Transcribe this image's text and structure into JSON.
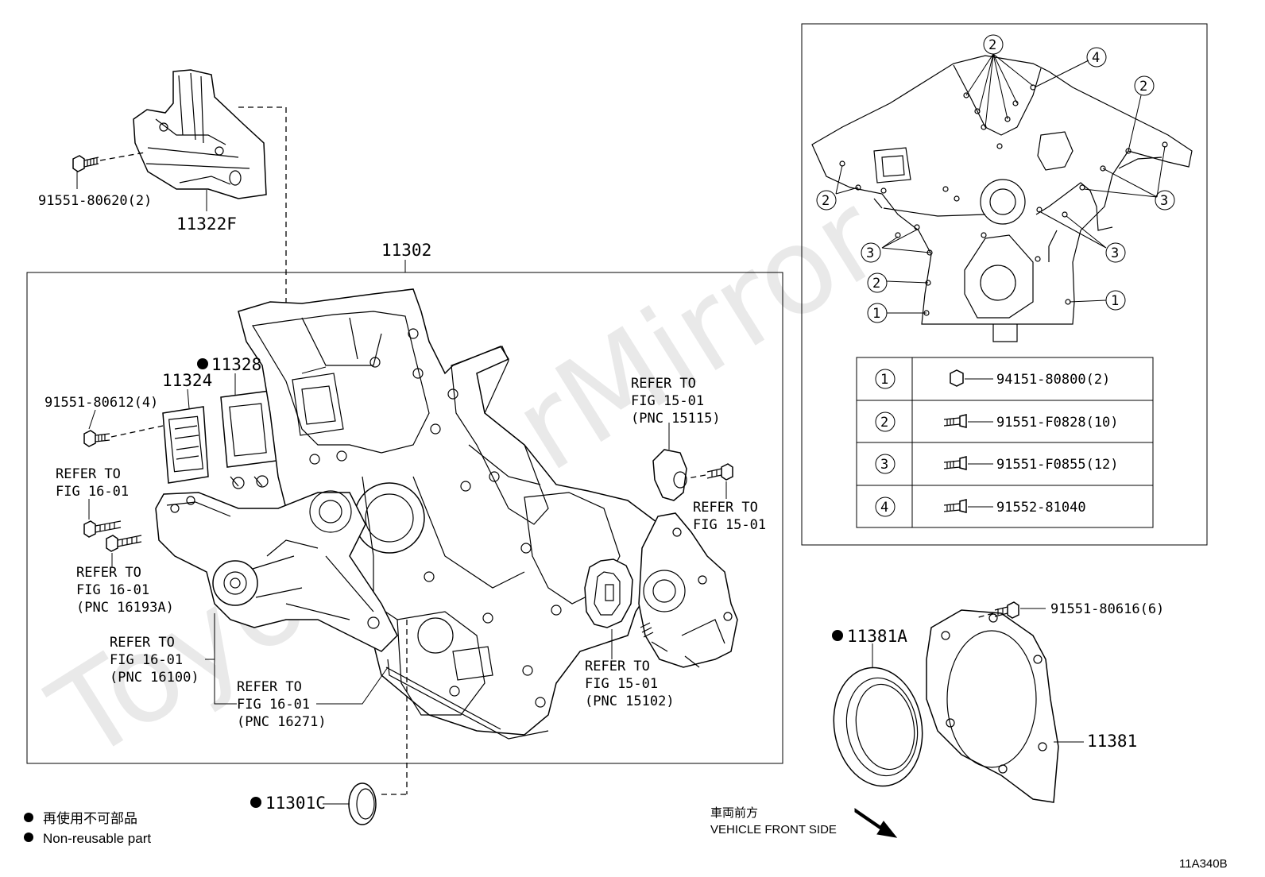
{
  "watermark": "ToyotaCarMirror",
  "diagram_code": "11A340B",
  "main_assembly": {
    "number": "11302"
  },
  "parts": {
    "p11322F": "11322F",
    "bolt_11322F": "91551-80620(2)",
    "p11324": "11324",
    "p11328": "11328",
    "bolt_11324": "91551-80612(4)",
    "p11301C": "11301C",
    "p11381A": "11381A",
    "p11381": "11381",
    "bolt_11381": "91551-80616(6)"
  },
  "refs": {
    "r16_01_a": {
      "line1": "REFER TO",
      "line2": "FIG 16-01"
    },
    "r16193A": {
      "line1": "REFER TO",
      "line2": "FIG 16-01",
      "line3": "(PNC 16193A)"
    },
    "r16100": {
      "line1": "REFER TO",
      "line2": "FIG 16-01",
      "line3": "(PNC 16100)"
    },
    "r16271": {
      "line1": "REFER TO",
      "line2": "FIG 16-01",
      "line3": "(PNC 16271)"
    },
    "r15115": {
      "line1": "REFER TO",
      "line2": "FIG 15-01",
      "line3": "(PNC 15115)"
    },
    "r15_01": {
      "line1": "REFER TO",
      "line2": "FIG 15-01"
    },
    "r15102": {
      "line1": "REFER TO",
      "line2": "FIG 15-01",
      "line3": "(PNC 15102)"
    }
  },
  "inset": {
    "callouts": [
      "1",
      "2",
      "3",
      "4"
    ],
    "bolt_table": [
      {
        "key": "1",
        "part": "94151-80800(2)"
      },
      {
        "key": "2",
        "part": "91551-F0828(10)"
      },
      {
        "key": "3",
        "part": "91551-F0855(12)"
      },
      {
        "key": "4",
        "part": "91552-81040"
      }
    ]
  },
  "legend": {
    "line1": "再使用不可部品",
    "line2": "Non-reusable part"
  },
  "front": {
    "jp": "車両前方",
    "en": "VEHICLE FRONT SIDE"
  }
}
